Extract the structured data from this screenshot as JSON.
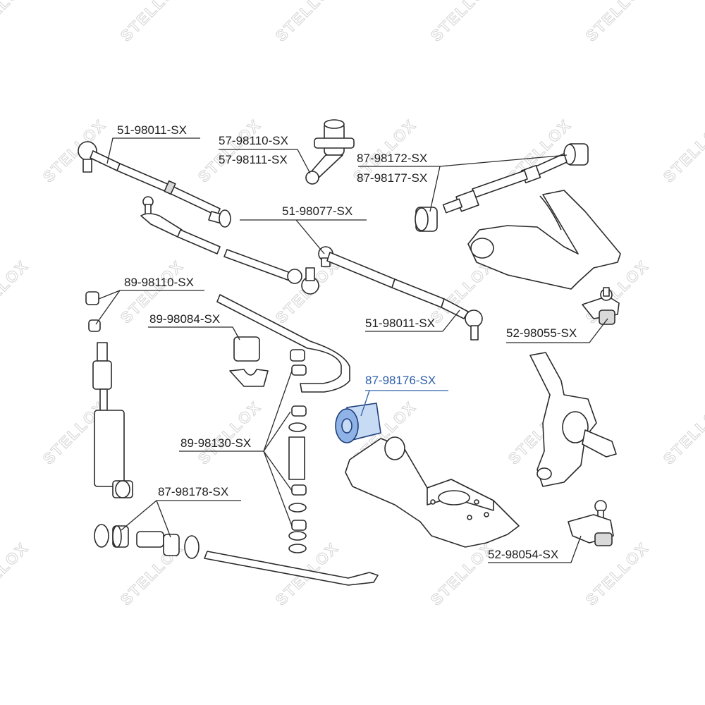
{
  "watermark": {
    "text": "STELLOX"
  },
  "highlight_color": "#2f5fa8",
  "labels": {
    "tie_rod_end_top": "51-98011-SX",
    "idler_arm_1": "57-98110-SX",
    "idler_arm_2": "57-98111-SX",
    "upper_arm_bush_1": "87-98172-SX",
    "upper_arm_bush_2": "87-98177-SX",
    "center_link": "51-98077-SX",
    "stabilizer_bush_small": "89-98110-SX",
    "stabilizer_bush": "89-98084-SX",
    "tie_rod_end_right": "51-98011-SX",
    "upper_ball_joint": "52-98055-SX",
    "lower_arm_bush": "87-98176-SX",
    "stabilizer_link_kit": "89-98130-SX",
    "strut_bar_bush": "87-98178-SX",
    "lower_ball_joint": "52-98054-SX"
  }
}
